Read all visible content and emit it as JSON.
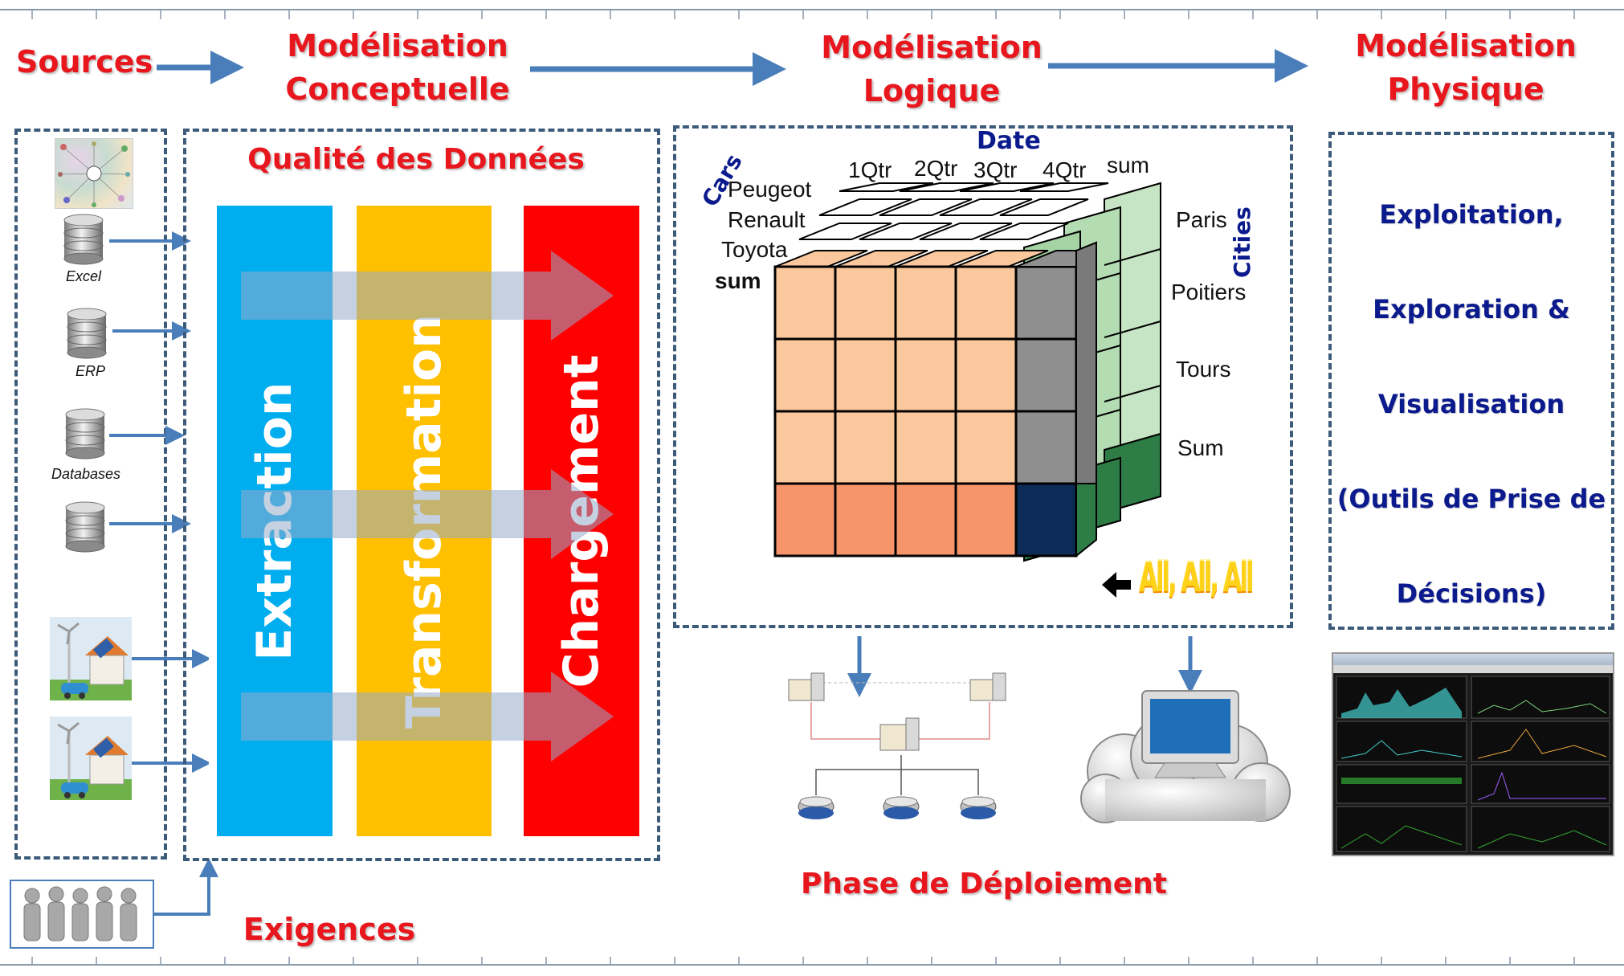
{
  "flow": {
    "sources": "Sources",
    "conceptual_line1": "Modélisation",
    "conceptual_line2": "Conceptuelle",
    "logical_line1": "Modélisation",
    "logical_line2": "Logique",
    "physical_line1": "Modélisation",
    "physical_line2": "Physique"
  },
  "sources": {
    "items": [
      {
        "label": "Excel",
        "icon": "database-icon"
      },
      {
        "label": "ERP",
        "icon": "database-icon"
      },
      {
        "label": "Databases",
        "icon": "database-icon"
      },
      {
        "label": "",
        "icon": "database-icon"
      }
    ]
  },
  "quality": {
    "title": "Qualité des Données",
    "bands": [
      {
        "label": "Extraction",
        "color": "#00aeef"
      },
      {
        "label": "Transformation",
        "color": "#ffc000"
      },
      {
        "label": "Chargement",
        "color": "#ff0000"
      }
    ]
  },
  "cube": {
    "date_axis": "Date",
    "cars_axis": "Cars",
    "cities_axis": "Cities",
    "quarters": [
      "1Qtr",
      "2Qtr",
      "3Qtr",
      "4Qtr",
      "sum"
    ],
    "cars": [
      "Peugeot",
      "Renault",
      "Toyota",
      "sum"
    ],
    "cities": [
      "Paris",
      "Poitiers",
      "Tours",
      "Sum"
    ],
    "all_label": "All, All, All"
  },
  "physical": {
    "lines": [
      "Exploitation,",
      "Exploration &",
      "Visualisation",
      "(Outils de Prise de",
      "Décisions)"
    ]
  },
  "deployment": "Phase de Déploiement",
  "requirements": "Exigences",
  "colors": {
    "title_red": "#e8161d",
    "navy": "#0b1a8c",
    "arrow_blue": "#4a7ebb",
    "dash_border": "#3c5a7a"
  }
}
